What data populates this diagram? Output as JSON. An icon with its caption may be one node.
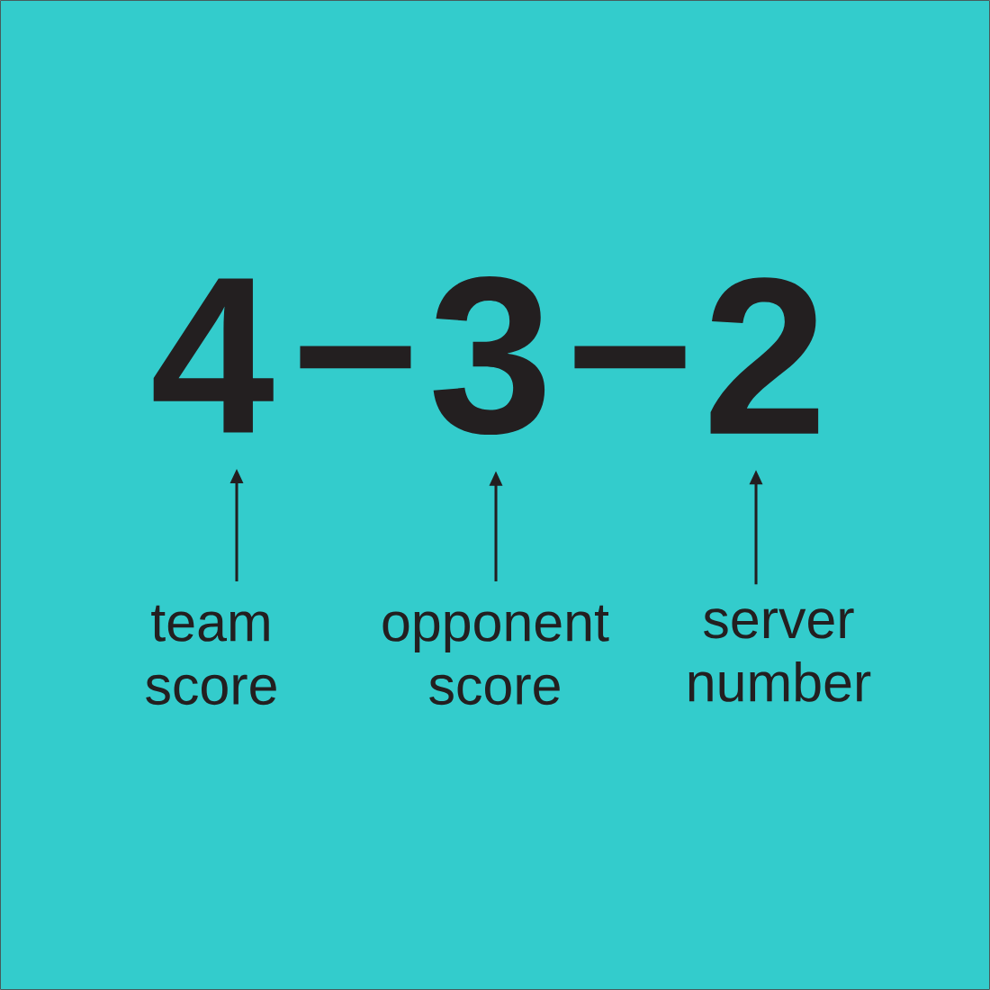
{
  "diagram": {
    "nodes": [
      {
        "text": [
          "4"
        ]
      },
      {
        "text": [
          "3"
        ]
      },
      {
        "text": [
          "2"
        ]
      },
      {
        "text": [
          "team score"
        ]
      },
      {
        "text": [
          "opponent score"
        ]
      },
      {
        "text": [
          "server number"
        ]
      }
    ],
    "edges": [
      {
        "from": 3,
        "to": 0,
        "arrow": "to"
      },
      {
        "from": 4,
        "to": 1,
        "arrow": "to"
      },
      {
        "from": 5,
        "to": 2,
        "arrow": "to"
      }
    ],
    "labels": [
      "–",
      "–"
    ]
  }
}
